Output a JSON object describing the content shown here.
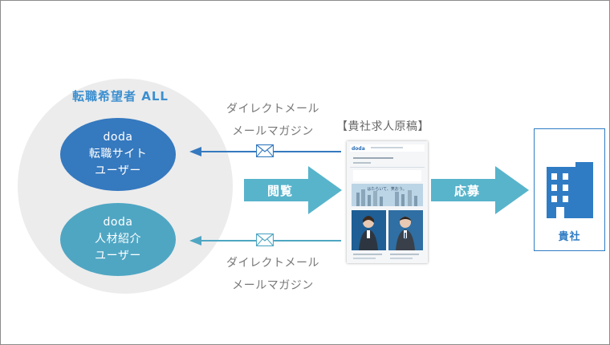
{
  "target_group": {
    "title": "転職希望者 ALL"
  },
  "segment_site": {
    "line1": "doda",
    "line2": "転職サイト",
    "line3": "ユーザー"
  },
  "segment_agent": {
    "line1": "doda",
    "line2": "人材紹介",
    "line3": "ユーザー"
  },
  "channel_top": {
    "line1": "ダイレクトメール",
    "line2": "メールマガジン"
  },
  "channel_bottom": {
    "line1": "ダイレクトメール",
    "line2": "メールマガジン"
  },
  "arrow_view": {
    "label": "閲覧"
  },
  "arrow_apply": {
    "label": "応募"
  },
  "document": {
    "title": "【貴社求人原稿】",
    "logo": "doda",
    "banner": "はたらいて、笑おう。"
  },
  "company": {
    "label": "貴社"
  },
  "colors": {
    "blue_dark": "#3579bf",
    "teal": "#4fa6c3",
    "arrow_teal": "#58b4cb",
    "circle_gray": "#ececec",
    "building_blue": "#2f7cc4"
  },
  "icons": [
    "envelope-icon",
    "building-icon"
  ]
}
